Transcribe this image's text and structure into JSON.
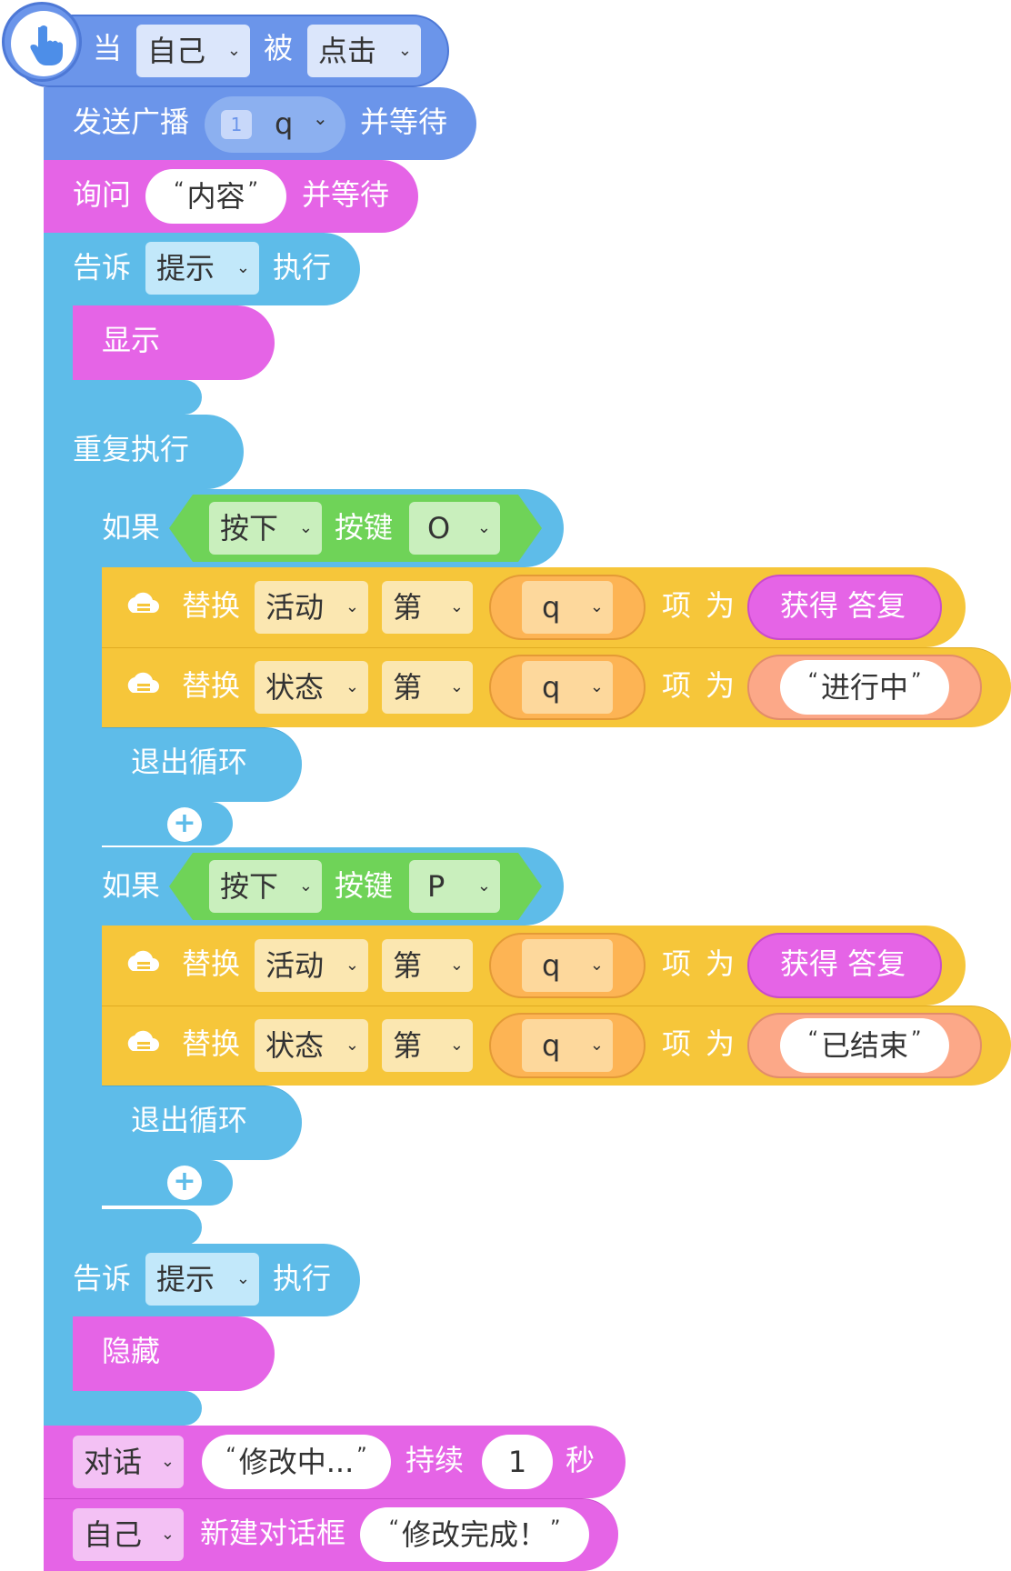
{
  "colors": {
    "event": "#6b95ea",
    "blue": "#5ebce9",
    "pink": "#e564e6",
    "green": "#6fd358",
    "yellow": "#f6c63a",
    "orange": "#fdb454",
    "salmon": "#fca888"
  },
  "hat": {
    "when": "当",
    "target": "自己",
    "clicked": "被",
    "event": "点击",
    "icon": "hand-pointer-icon"
  },
  "broadcast": {
    "label": "发送广播",
    "value": "q",
    "badge": "1",
    "suffix": "并等待"
  },
  "ask": {
    "label": "询问",
    "value": "内容",
    "suffix": "并等待"
  },
  "tell1": {
    "label": "告诉",
    "target": "提示",
    "suffix": "执行",
    "action": "显示"
  },
  "repeat": {
    "label": "重复执行"
  },
  "if_blocks": [
    {
      "label": "如果",
      "pressed": "按下",
      "key_label": "按键",
      "key": "O",
      "rows": [
        {
          "icon": "cloud-list-icon",
          "op": "替换",
          "list": "活动",
          "nth": "第",
          "index": "q",
          "item": "项",
          "as": "为",
          "value": "获得 答复"
        },
        {
          "icon": "cloud-list-icon",
          "op": "替换",
          "list": "状态",
          "nth": "第",
          "index": "q",
          "item": "项",
          "as": "为",
          "value": "进行中"
        }
      ],
      "break": "退出循环"
    },
    {
      "label": "如果",
      "pressed": "按下",
      "key_label": "按键",
      "key": "P",
      "rows": [
        {
          "icon": "cloud-list-icon",
          "op": "替换",
          "list": "活动",
          "nth": "第",
          "index": "q",
          "item": "项",
          "as": "为",
          "value": "获得 答复"
        },
        {
          "icon": "cloud-list-icon",
          "op": "替换",
          "list": "状态",
          "nth": "第",
          "index": "q",
          "item": "项",
          "as": "为",
          "value": "已结束"
        }
      ],
      "break": "退出循环"
    }
  ],
  "tell2": {
    "label": "告诉",
    "target": "提示",
    "suffix": "执行",
    "action": "隐藏"
  },
  "say": {
    "target": "对话",
    "value": "修改中...",
    "duration_label": "持续",
    "duration": "1",
    "unit": "秒"
  },
  "dialog": {
    "target": "自己",
    "label": "新建对话框",
    "value": "修改完成！"
  }
}
